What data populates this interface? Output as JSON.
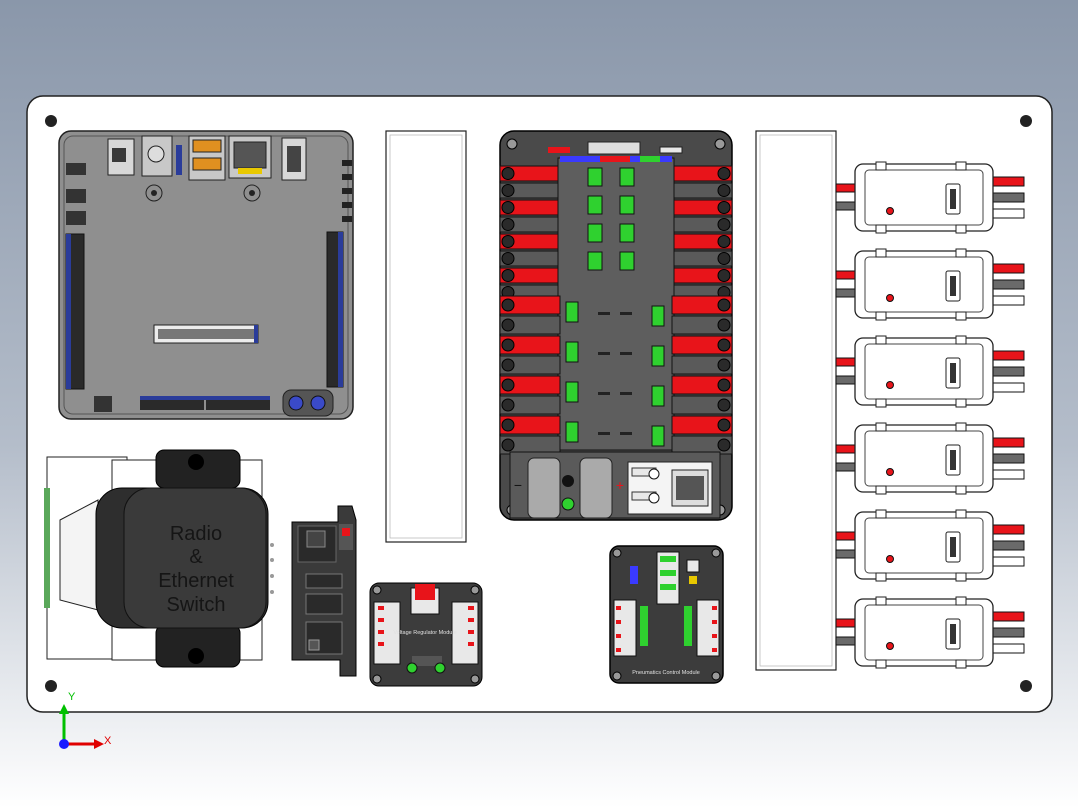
{
  "components": {
    "roborio": {
      "name": "controller"
    },
    "radio": {
      "label_lines": [
        "Radio",
        "&",
        "Ethernet",
        "Switch"
      ]
    },
    "vrm": {
      "name": "voltage-regulator-module",
      "caption": "Voltage Regulator Module"
    },
    "pdp": {
      "name": "power-distribution-panel",
      "minus": "−",
      "plus": "+"
    },
    "pcm": {
      "name": "pneumatics-control-module",
      "caption": "Pneumatics Control Module"
    },
    "motor_controllers": {
      "count": 6
    }
  },
  "axis_triad": {
    "x_label": "X",
    "y_label": "Y"
  },
  "colors": {
    "board": "#ffffff",
    "wire_red": "#e8141a",
    "wire_gray": "#6a6a6a",
    "terminal_green": "#2fd12f",
    "housing_dark": "#3c3c3c",
    "triad_green": "#00c000",
    "triad_red": "#e00000",
    "triad_blue": "#1a1aff"
  }
}
